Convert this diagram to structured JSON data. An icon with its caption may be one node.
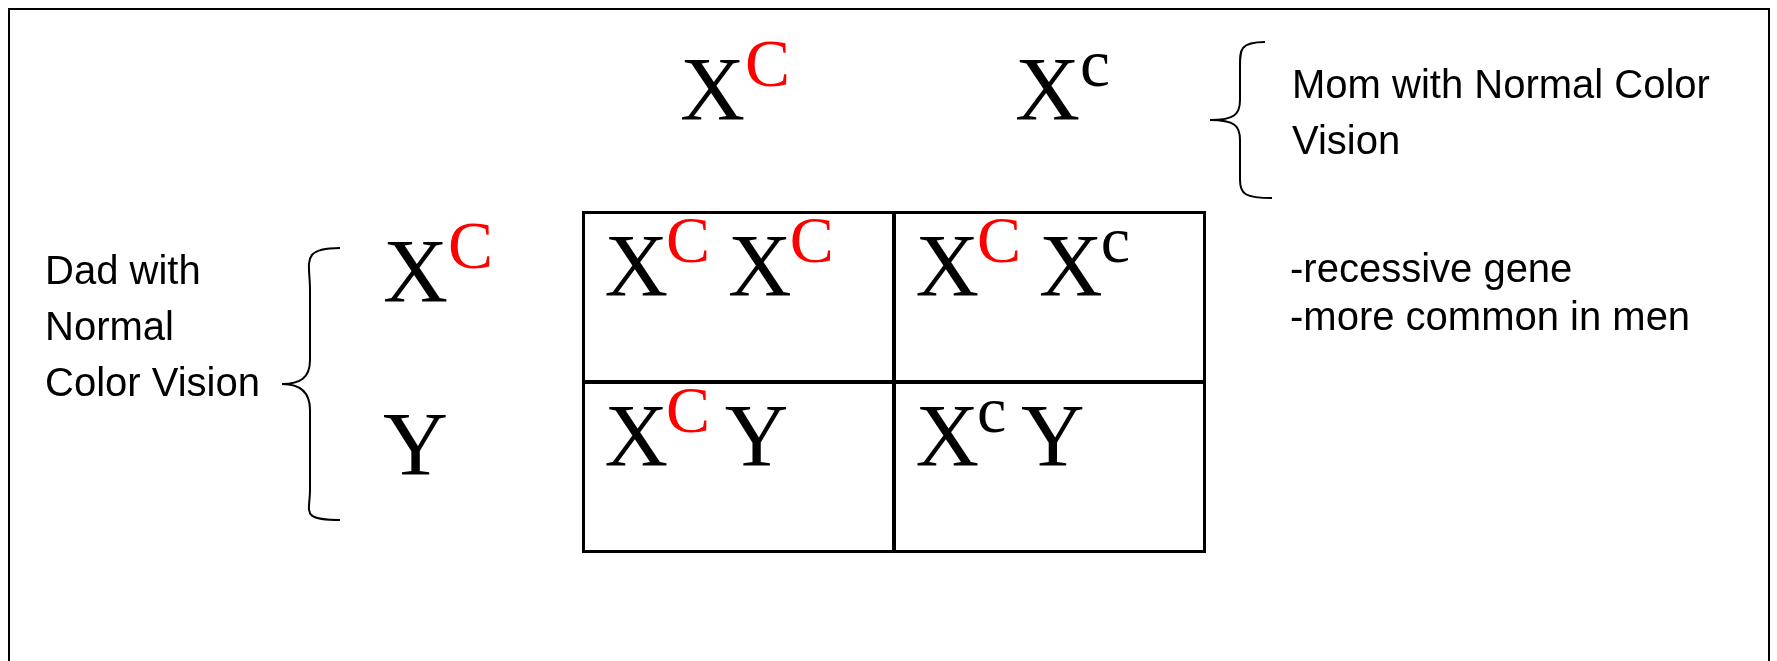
{
  "diagram": {
    "nodes": [
      {
        "text": [
          "X$^{C}$ X$^{C}$"
        ]
      },
      {
        "text": [
          "X$^{C}$ X$^{c}$"
        ]
      },
      {
        "text": [
          "X$^{C}$ Y"
        ]
      },
      {
        "text": [
          "X$^{c}$ Y"
        ]
      }
    ],
    "labels": [
      "X$^{C}$",
      "X$^{c}$",
      "Mom with Normal Color Vision",
      "Dad with Normal Color Vision",
      "X$^{C}$",
      "Y",
      "-recessive gene",
      "-more common in men"
    ]
  }
}
